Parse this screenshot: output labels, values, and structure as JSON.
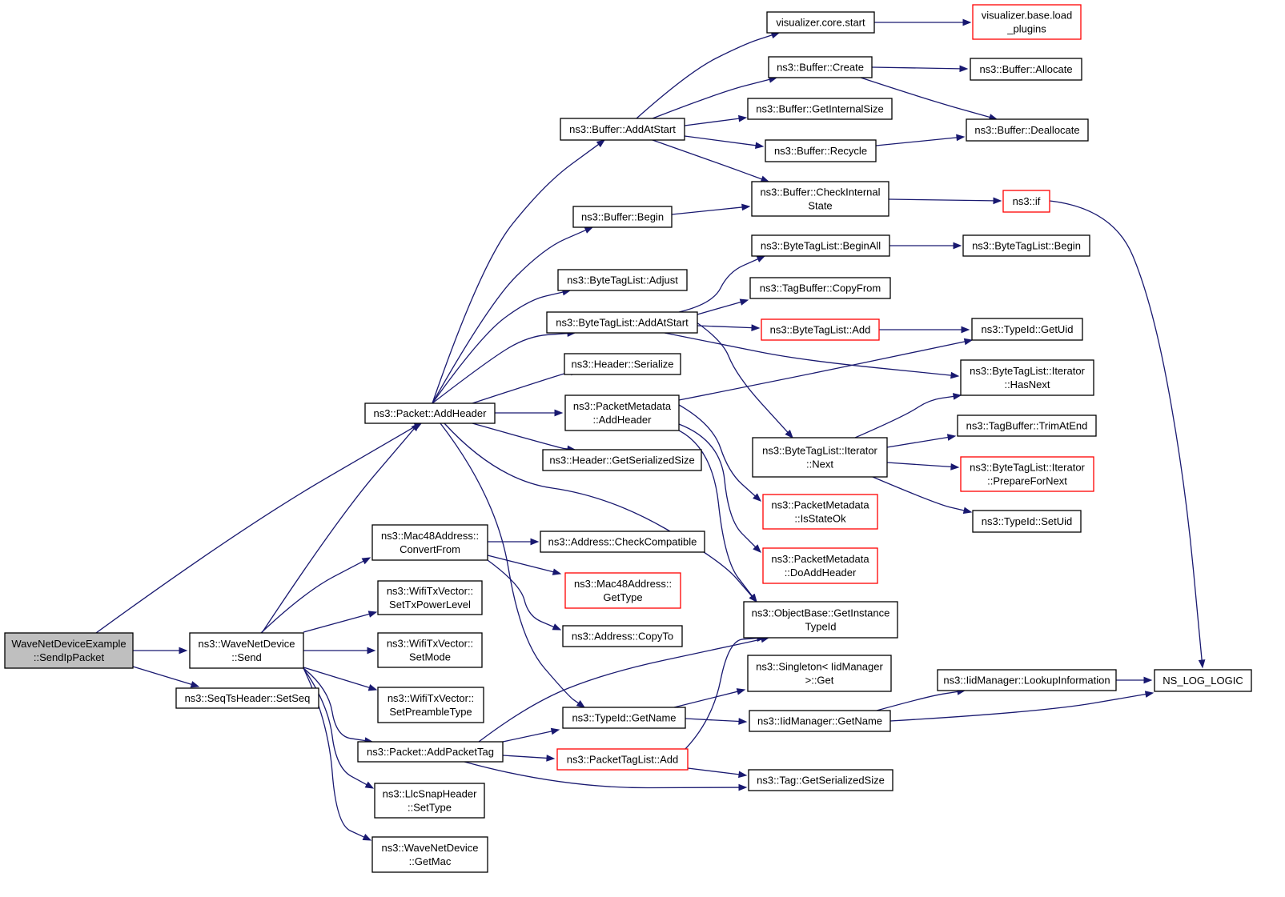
{
  "colors": {
    "edge": "#191970",
    "node_border": "#000000",
    "truncated_border": "#ff0000",
    "root_fill": "#bfbfbf",
    "node_fill": "#ffffff"
  },
  "nodes": [
    {
      "id": "root",
      "lines": [
        "WaveNetDeviceExample",
        "::SendIpPacket"
      ],
      "style": "root"
    },
    {
      "id": "wnd_send",
      "lines": [
        "ns3::WaveNetDevice",
        "::Send"
      ]
    },
    {
      "id": "seqts",
      "lines": [
        "ns3::SeqTsHeader::SetSeq"
      ]
    },
    {
      "id": "addheader",
      "lines": [
        "ns3::Packet::AddHeader"
      ]
    },
    {
      "id": "mac48conv",
      "lines": [
        "ns3::Mac48Address::",
        "ConvertFrom"
      ]
    },
    {
      "id": "txpower",
      "lines": [
        "ns3::WifiTxVector::",
        "SetTxPowerLevel"
      ]
    },
    {
      "id": "setmode",
      "lines": [
        "ns3::WifiTxVector::",
        "SetMode"
      ]
    },
    {
      "id": "preamble",
      "lines": [
        "ns3::WifiTxVector::",
        "SetPreambleType"
      ]
    },
    {
      "id": "addpackettag",
      "lines": [
        "ns3::Packet::AddPacketTag"
      ]
    },
    {
      "id": "llcsettype",
      "lines": [
        "ns3::LlcSnapHeader",
        "::SetType"
      ]
    },
    {
      "id": "getmac",
      "lines": [
        "ns3::WaveNetDevice",
        "::GetMac"
      ]
    },
    {
      "id": "buf_addatstart",
      "lines": [
        "ns3::Buffer::AddAtStart"
      ]
    },
    {
      "id": "buf_begin",
      "lines": [
        "ns3::Buffer::Begin"
      ]
    },
    {
      "id": "btl_adjust",
      "lines": [
        "ns3::ByteTagList::Adjust"
      ]
    },
    {
      "id": "btl_addatstart",
      "lines": [
        "ns3::ByteTagList::AddAtStart"
      ]
    },
    {
      "id": "hdr_serialize",
      "lines": [
        "ns3::Header::Serialize"
      ]
    },
    {
      "id": "pm_addheader",
      "lines": [
        "ns3::PacketMetadata",
        "::AddHeader"
      ]
    },
    {
      "id": "hdr_getsersize",
      "lines": [
        "ns3::Header::GetSerializedSize"
      ]
    },
    {
      "id": "addr_checkcompat",
      "lines": [
        "ns3::Address::CheckCompatible"
      ]
    },
    {
      "id": "mac48_gettype",
      "lines": [
        "ns3::Mac48Address::",
        "GetType"
      ],
      "style": "truncated"
    },
    {
      "id": "addr_copyto",
      "lines": [
        "ns3::Address::CopyTo"
      ]
    },
    {
      "id": "typeid_getname",
      "lines": [
        "ns3::TypeId::GetName"
      ]
    },
    {
      "id": "ptl_add",
      "lines": [
        "ns3::PacketTagList::Add"
      ],
      "style": "truncated"
    },
    {
      "id": "vis_start",
      "lines": [
        "visualizer.core.start"
      ]
    },
    {
      "id": "buf_create",
      "lines": [
        "ns3::Buffer::Create"
      ]
    },
    {
      "id": "buf_getintsize",
      "lines": [
        "ns3::Buffer::GetInternalSize"
      ]
    },
    {
      "id": "buf_recycle",
      "lines": [
        "ns3::Buffer::Recycle"
      ]
    },
    {
      "id": "buf_checkstate",
      "lines": [
        "ns3::Buffer::CheckInternal",
        "State"
      ]
    },
    {
      "id": "btl_beginall",
      "lines": [
        "ns3::ByteTagList::BeginAll"
      ]
    },
    {
      "id": "tb_copyfrom",
      "lines": [
        "ns3::TagBuffer::CopyFrom"
      ]
    },
    {
      "id": "btl_add",
      "lines": [
        "ns3::ByteTagList::Add"
      ],
      "style": "truncated"
    },
    {
      "id": "btli_next",
      "lines": [
        "ns3::ByteTagList::Iterator",
        "::Next"
      ]
    },
    {
      "id": "pm_isstateok",
      "lines": [
        "ns3::PacketMetadata",
        "::IsStateOk"
      ],
      "style": "truncated"
    },
    {
      "id": "pm_doaddheader",
      "lines": [
        "ns3::PacketMetadata",
        "::DoAddHeader"
      ],
      "style": "truncated"
    },
    {
      "id": "ob_getinsttid",
      "lines": [
        "ns3::ObjectBase::GetInstance",
        "TypeId"
      ]
    },
    {
      "id": "singleton_get",
      "lines": [
        "ns3::Singleton< IidManager",
        ">::Get"
      ]
    },
    {
      "id": "iid_getname",
      "lines": [
        "ns3::IidManager::GetName"
      ]
    },
    {
      "id": "tag_getsersize",
      "lines": [
        "ns3::Tag::GetSerializedSize"
      ]
    },
    {
      "id": "vis_loadplugins",
      "lines": [
        "visualizer.base.load",
        "_plugins"
      ],
      "style": "truncated"
    },
    {
      "id": "buf_allocate",
      "lines": [
        "ns3::Buffer::Allocate"
      ]
    },
    {
      "id": "buf_deallocate",
      "lines": [
        "ns3::Buffer::Deallocate"
      ]
    },
    {
      "id": "ns3_if",
      "lines": [
        "ns3::if"
      ],
      "style": "truncated"
    },
    {
      "id": "btl_begin",
      "lines": [
        "ns3::ByteTagList::Begin"
      ]
    },
    {
      "id": "typeid_getuid",
      "lines": [
        "ns3::TypeId::GetUid"
      ]
    },
    {
      "id": "btli_hasnext",
      "lines": [
        "ns3::ByteTagList::Iterator",
        "::HasNext"
      ]
    },
    {
      "id": "tb_trimatend",
      "lines": [
        "ns3::TagBuffer::TrimAtEnd"
      ]
    },
    {
      "id": "btli_prepare",
      "lines": [
        "ns3::ByteTagList::Iterator",
        "::PrepareForNext"
      ],
      "style": "truncated"
    },
    {
      "id": "typeid_setuid",
      "lines": [
        "ns3::TypeId::SetUid"
      ]
    },
    {
      "id": "iid_lookup",
      "lines": [
        "ns3::IidManager::LookupInformation"
      ]
    },
    {
      "id": "ns_log_logic",
      "lines": [
        "NS_LOG_LOGIC"
      ]
    }
  ],
  "edges": [
    [
      "root",
      "addheader"
    ],
    [
      "root",
      "wnd_send"
    ],
    [
      "root",
      "seqts"
    ],
    [
      "wnd_send",
      "addheader"
    ],
    [
      "wnd_send",
      "mac48conv"
    ],
    [
      "wnd_send",
      "txpower"
    ],
    [
      "wnd_send",
      "setmode"
    ],
    [
      "wnd_send",
      "preamble"
    ],
    [
      "wnd_send",
      "addpackettag"
    ],
    [
      "wnd_send",
      "llcsettype"
    ],
    [
      "wnd_send",
      "getmac"
    ],
    [
      "addheader",
      "buf_addatstart"
    ],
    [
      "addheader",
      "buf_begin"
    ],
    [
      "addheader",
      "btl_adjust"
    ],
    [
      "addheader",
      "btl_addatstart"
    ],
    [
      "addheader",
      "hdr_serialize"
    ],
    [
      "addheader",
      "pm_addheader"
    ],
    [
      "addheader",
      "hdr_getsersize"
    ],
    [
      "addheader",
      "ob_getinsttid"
    ],
    [
      "addheader",
      "typeid_getname"
    ],
    [
      "mac48conv",
      "addr_checkcompat"
    ],
    [
      "mac48conv",
      "mac48_gettype"
    ],
    [
      "mac48conv",
      "addr_copyto"
    ],
    [
      "addpackettag",
      "ob_getinsttid"
    ],
    [
      "addpackettag",
      "typeid_getname"
    ],
    [
      "addpackettag",
      "ptl_add"
    ],
    [
      "addpackettag",
      "tag_getsersize"
    ],
    [
      "buf_addatstart",
      "vis_start"
    ],
    [
      "buf_addatstart",
      "buf_create"
    ],
    [
      "buf_addatstart",
      "buf_getintsize"
    ],
    [
      "buf_addatstart",
      "buf_recycle"
    ],
    [
      "buf_addatstart",
      "buf_checkstate"
    ],
    [
      "buf_begin",
      "buf_checkstate"
    ],
    [
      "btl_addatstart",
      "btl_beginall"
    ],
    [
      "btl_addatstart",
      "tb_copyfrom"
    ],
    [
      "btl_addatstart",
      "btl_add"
    ],
    [
      "btl_addatstart",
      "btli_hasnext"
    ],
    [
      "btl_addatstart",
      "btli_next"
    ],
    [
      "pm_addheader",
      "typeid_getuid"
    ],
    [
      "pm_addheader",
      "pm_isstateok"
    ],
    [
      "pm_addheader",
      "pm_doaddheader"
    ],
    [
      "pm_addheader",
      "ob_getinsttid"
    ],
    [
      "typeid_getname",
      "singleton_get"
    ],
    [
      "typeid_getname",
      "iid_getname"
    ],
    [
      "ptl_add",
      "ob_getinsttid"
    ],
    [
      "ptl_add",
      "tag_getsersize"
    ],
    [
      "vis_start",
      "vis_loadplugins"
    ],
    [
      "buf_create",
      "buf_allocate"
    ],
    [
      "buf_create",
      "buf_deallocate"
    ],
    [
      "buf_recycle",
      "buf_deallocate"
    ],
    [
      "buf_checkstate",
      "ns3_if"
    ],
    [
      "ns3_if",
      "ns_log_logic"
    ],
    [
      "btl_beginall",
      "btl_begin"
    ],
    [
      "btl_add",
      "typeid_getuid"
    ],
    [
      "btli_next",
      "btli_hasnext"
    ],
    [
      "btli_next",
      "tb_trimatend"
    ],
    [
      "btli_next",
      "btli_prepare"
    ],
    [
      "btli_next",
      "typeid_setuid"
    ],
    [
      "iid_getname",
      "iid_lookup"
    ],
    [
      "iid_getname",
      "ns_log_logic"
    ],
    [
      "iid_lookup",
      "ns_log_logic"
    ]
  ]
}
